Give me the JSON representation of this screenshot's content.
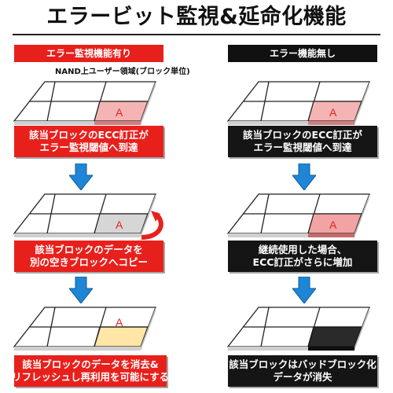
{
  "title": "エラービット監視&延命化機能",
  "left": {
    "header": "エラー監視機能有り",
    "region_label": "NAND上ユーザー領域(ブロック単位)",
    "block_letter": "A",
    "captions": [
      [
        "該当ブロックのECC訂正が",
        "エラー監視閾値へ到達"
      ],
      [
        "該当ブロックのデータを",
        "別の空きブロックへコピー"
      ],
      [
        "該当ブロックのデータを消去&",
        "リフレッシュし再利用を可能にする"
      ]
    ]
  },
  "right": {
    "header": "エラー機能無し",
    "block_letter": "A",
    "captions": [
      [
        "該当ブロックのECC訂正が",
        "エラー監視閾値へ到達"
      ],
      [
        "継続使用した場合、",
        "ECC訂正がさらに増加"
      ],
      [
        "該当ブロックはバッドブロック化",
        "データが消失"
      ]
    ]
  },
  "colors": {
    "accent_red": "#e8201c",
    "accent_black": "#111111",
    "arrow_blue": "#1f86d6",
    "block_highlight": "#f4b4b4",
    "block_glow": "#ffd36b",
    "bad_block": "#2a2a2a"
  }
}
